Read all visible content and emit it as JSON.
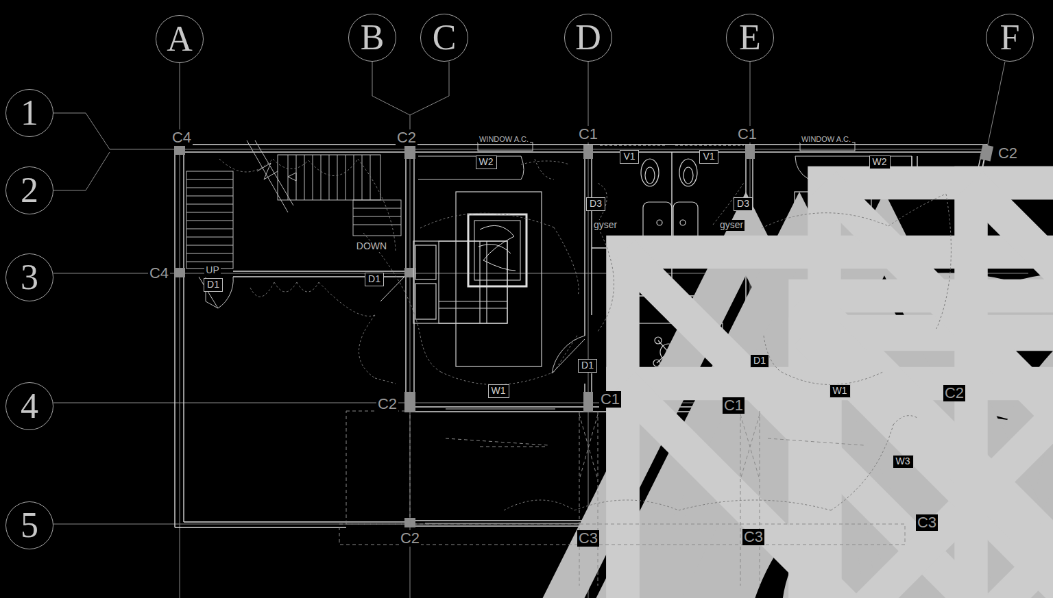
{
  "diagram": {
    "nodes": [
      {
        "text": [
          "A"
        ]
      },
      {
        "text": [
          "B"
        ]
      },
      {
        "text": [
          "C"
        ]
      },
      {
        "text": [
          "D"
        ]
      },
      {
        "text": [
          "E"
        ]
      },
      {
        "text": [
          "F"
        ]
      },
      {
        "text": [
          "1"
        ]
      },
      {
        "text": [
          "W2"
        ]
      },
      {
        "text": [
          "V1"
        ]
      },
      {
        "text": [
          "V1"
        ]
      },
      {
        "text": [
          "W2"
        ]
      },
      {
        "text": [
          "2"
        ]
      },
      {
        "text": [
          "D3"
        ]
      },
      {
        "text": [
          "D3"
        ]
      },
      {
        "text": [
          "3"
        ]
      },
      {
        "text": [
          "D1"
        ]
      },
      {
        "text": [
          "D1"
        ]
      },
      {
        "text": [
          "D1"
        ]
      },
      {
        "text": [
          "D1"
        ]
      },
      {
        "text": [
          "W1"
        ]
      },
      {
        "text": [
          "W1"
        ]
      },
      {
        "text": [
          "4"
        ]
      },
      {
        "text": [
          "W3"
        ]
      },
      {
        "text": [
          "5"
        ]
      }
    ],
    "labels": [
      "C4",
      "C2",
      "WINDOW A.C.",
      "C1",
      "C1",
      "WINDOW A.C.",
      "C2",
      "gyser",
      "gyser",
      "DOWN",
      "UP",
      "C4",
      "C2",
      "C1",
      "C1",
      "C2",
      "C3",
      "C2",
      "C3",
      "C3"
    ]
  }
}
